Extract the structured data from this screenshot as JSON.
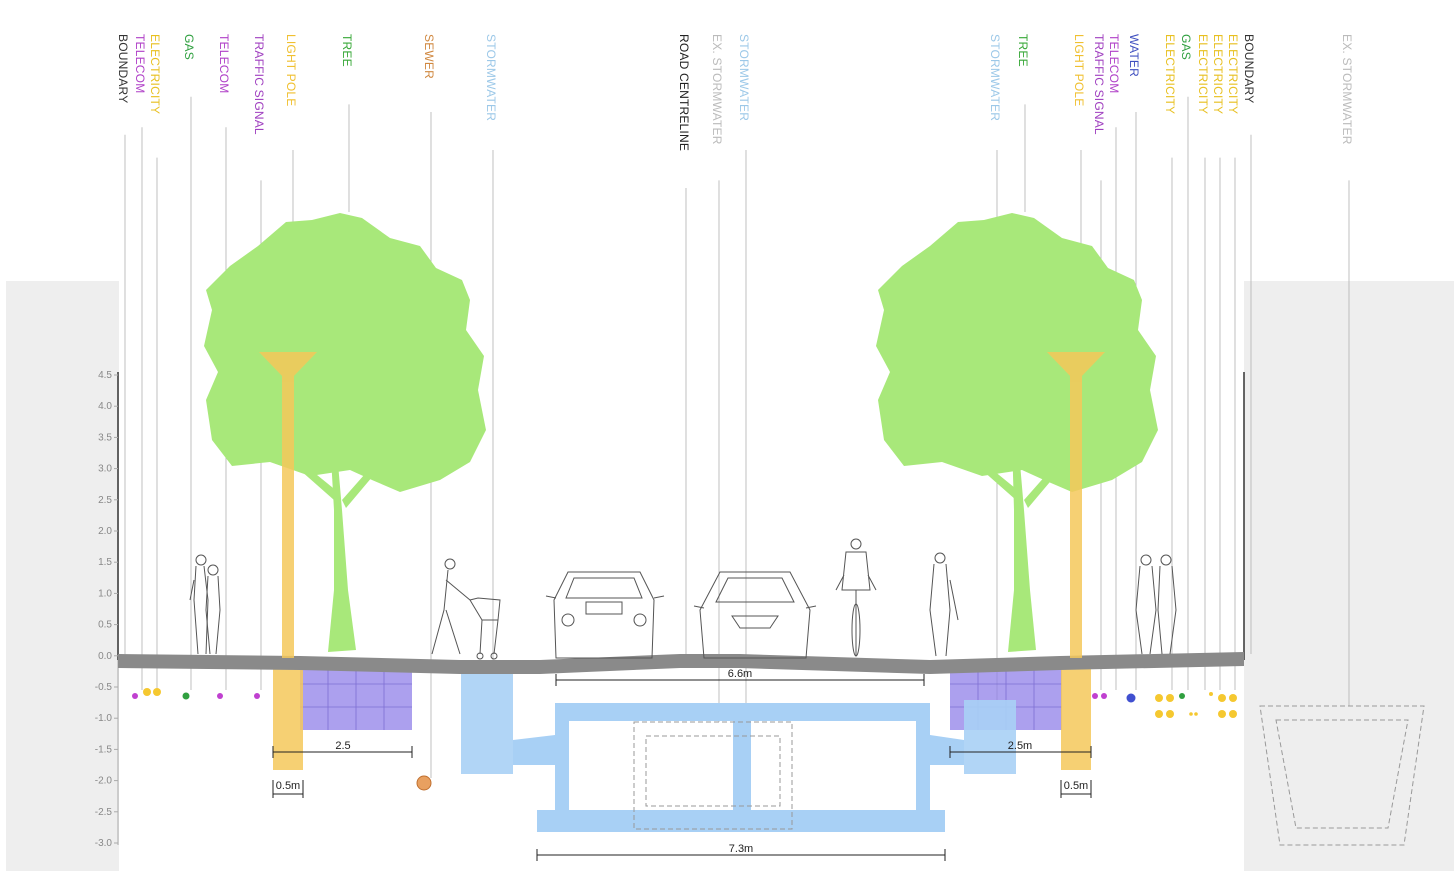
{
  "elevation_axis": {
    "ticks": [
      "4.5",
      "4.0",
      "3.5",
      "3.0",
      "2.5",
      "2.0",
      "1.5",
      "1.0",
      "0.5",
      "0.0",
      "-0.5",
      "-1.0",
      "-1.5",
      "-2.0",
      "-2.5",
      "-3.0"
    ]
  },
  "labels": [
    {
      "id": "boundary-left",
      "text": "BOUNDARY",
      "color": "#333333"
    },
    {
      "id": "telecom-1",
      "text": "TELECOM",
      "color": "#b040c8"
    },
    {
      "id": "electricity-1",
      "text": "ELECTRICITY",
      "color": "#e8c020"
    },
    {
      "id": "gas-1",
      "text": "GAS",
      "color": "#30a040"
    },
    {
      "id": "telecom-2",
      "text": "TELECOM",
      "color": "#b040c8"
    },
    {
      "id": "traffic-signal-1",
      "text": "TRAFFIC SIGNAL",
      "color": "#a040c0"
    },
    {
      "id": "light-pole-1",
      "text": "LIGHT POLE",
      "color": "#f0c030"
    },
    {
      "id": "tree-1",
      "text": "TREE",
      "color": "#38a838"
    },
    {
      "id": "sewer",
      "text": "SEWER",
      "color": "#d08840"
    },
    {
      "id": "stormwater-1",
      "text": "STORMWATER",
      "color": "#9cc8e8"
    },
    {
      "id": "road-centreline",
      "text": "ROAD CENTRELINE",
      "color": "#222222"
    },
    {
      "id": "ex-stormwater-1",
      "text": "EX. STORMWATER",
      "color": "#bbbbbb"
    },
    {
      "id": "stormwater-2",
      "text": "STORMWATER",
      "color": "#9cc8e8"
    },
    {
      "id": "stormwater-3",
      "text": "STORMWATER",
      "color": "#9cc8e8"
    },
    {
      "id": "tree-2",
      "text": "TREE",
      "color": "#38a838"
    },
    {
      "id": "light-pole-2",
      "text": "LIGHT POLE",
      "color": "#f0c030"
    },
    {
      "id": "traffic-signal-2",
      "text": "TRAFFIC SIGNAL",
      "color": "#a040c0"
    },
    {
      "id": "telecom-3",
      "text": "TELECOM",
      "color": "#b040c8"
    },
    {
      "id": "water",
      "text": "WATER",
      "color": "#4050c0"
    },
    {
      "id": "electricity-2",
      "text": "ELECTRICITY",
      "color": "#e8c020"
    },
    {
      "id": "gas-2",
      "text": "GAS",
      "color": "#30a040"
    },
    {
      "id": "electricity-3",
      "text": "ELECTRICITY",
      "color": "#e8c020"
    },
    {
      "id": "electricity-4",
      "text": "ELECTRICITY",
      "color": "#e8c020"
    },
    {
      "id": "electricity-5",
      "text": "ELECTRICITY",
      "color": "#e8c020"
    },
    {
      "id": "boundary-right",
      "text": "BOUNDARY",
      "color": "#333333"
    },
    {
      "id": "ex-stormwater-2",
      "text": "EX. STORMWATER",
      "color": "#bbbbbb"
    }
  ],
  "dimensions": {
    "road_width": "6.6m",
    "culvert_width": "7.3m",
    "left_planter": "2.5",
    "right_planter": "2.5m",
    "left_pole_footing": "0.5m",
    "right_pole_footing": "0.5m"
  },
  "colors": {
    "tree": "#a8e87a",
    "trunk": "#98e070",
    "light_pole": "#f5c85a",
    "root_cell": "#9080e8",
    "stormwater": "#a8d0f5",
    "sewer": "#e8a060",
    "ground": "#888888",
    "backdrop": "#eeeeee"
  }
}
